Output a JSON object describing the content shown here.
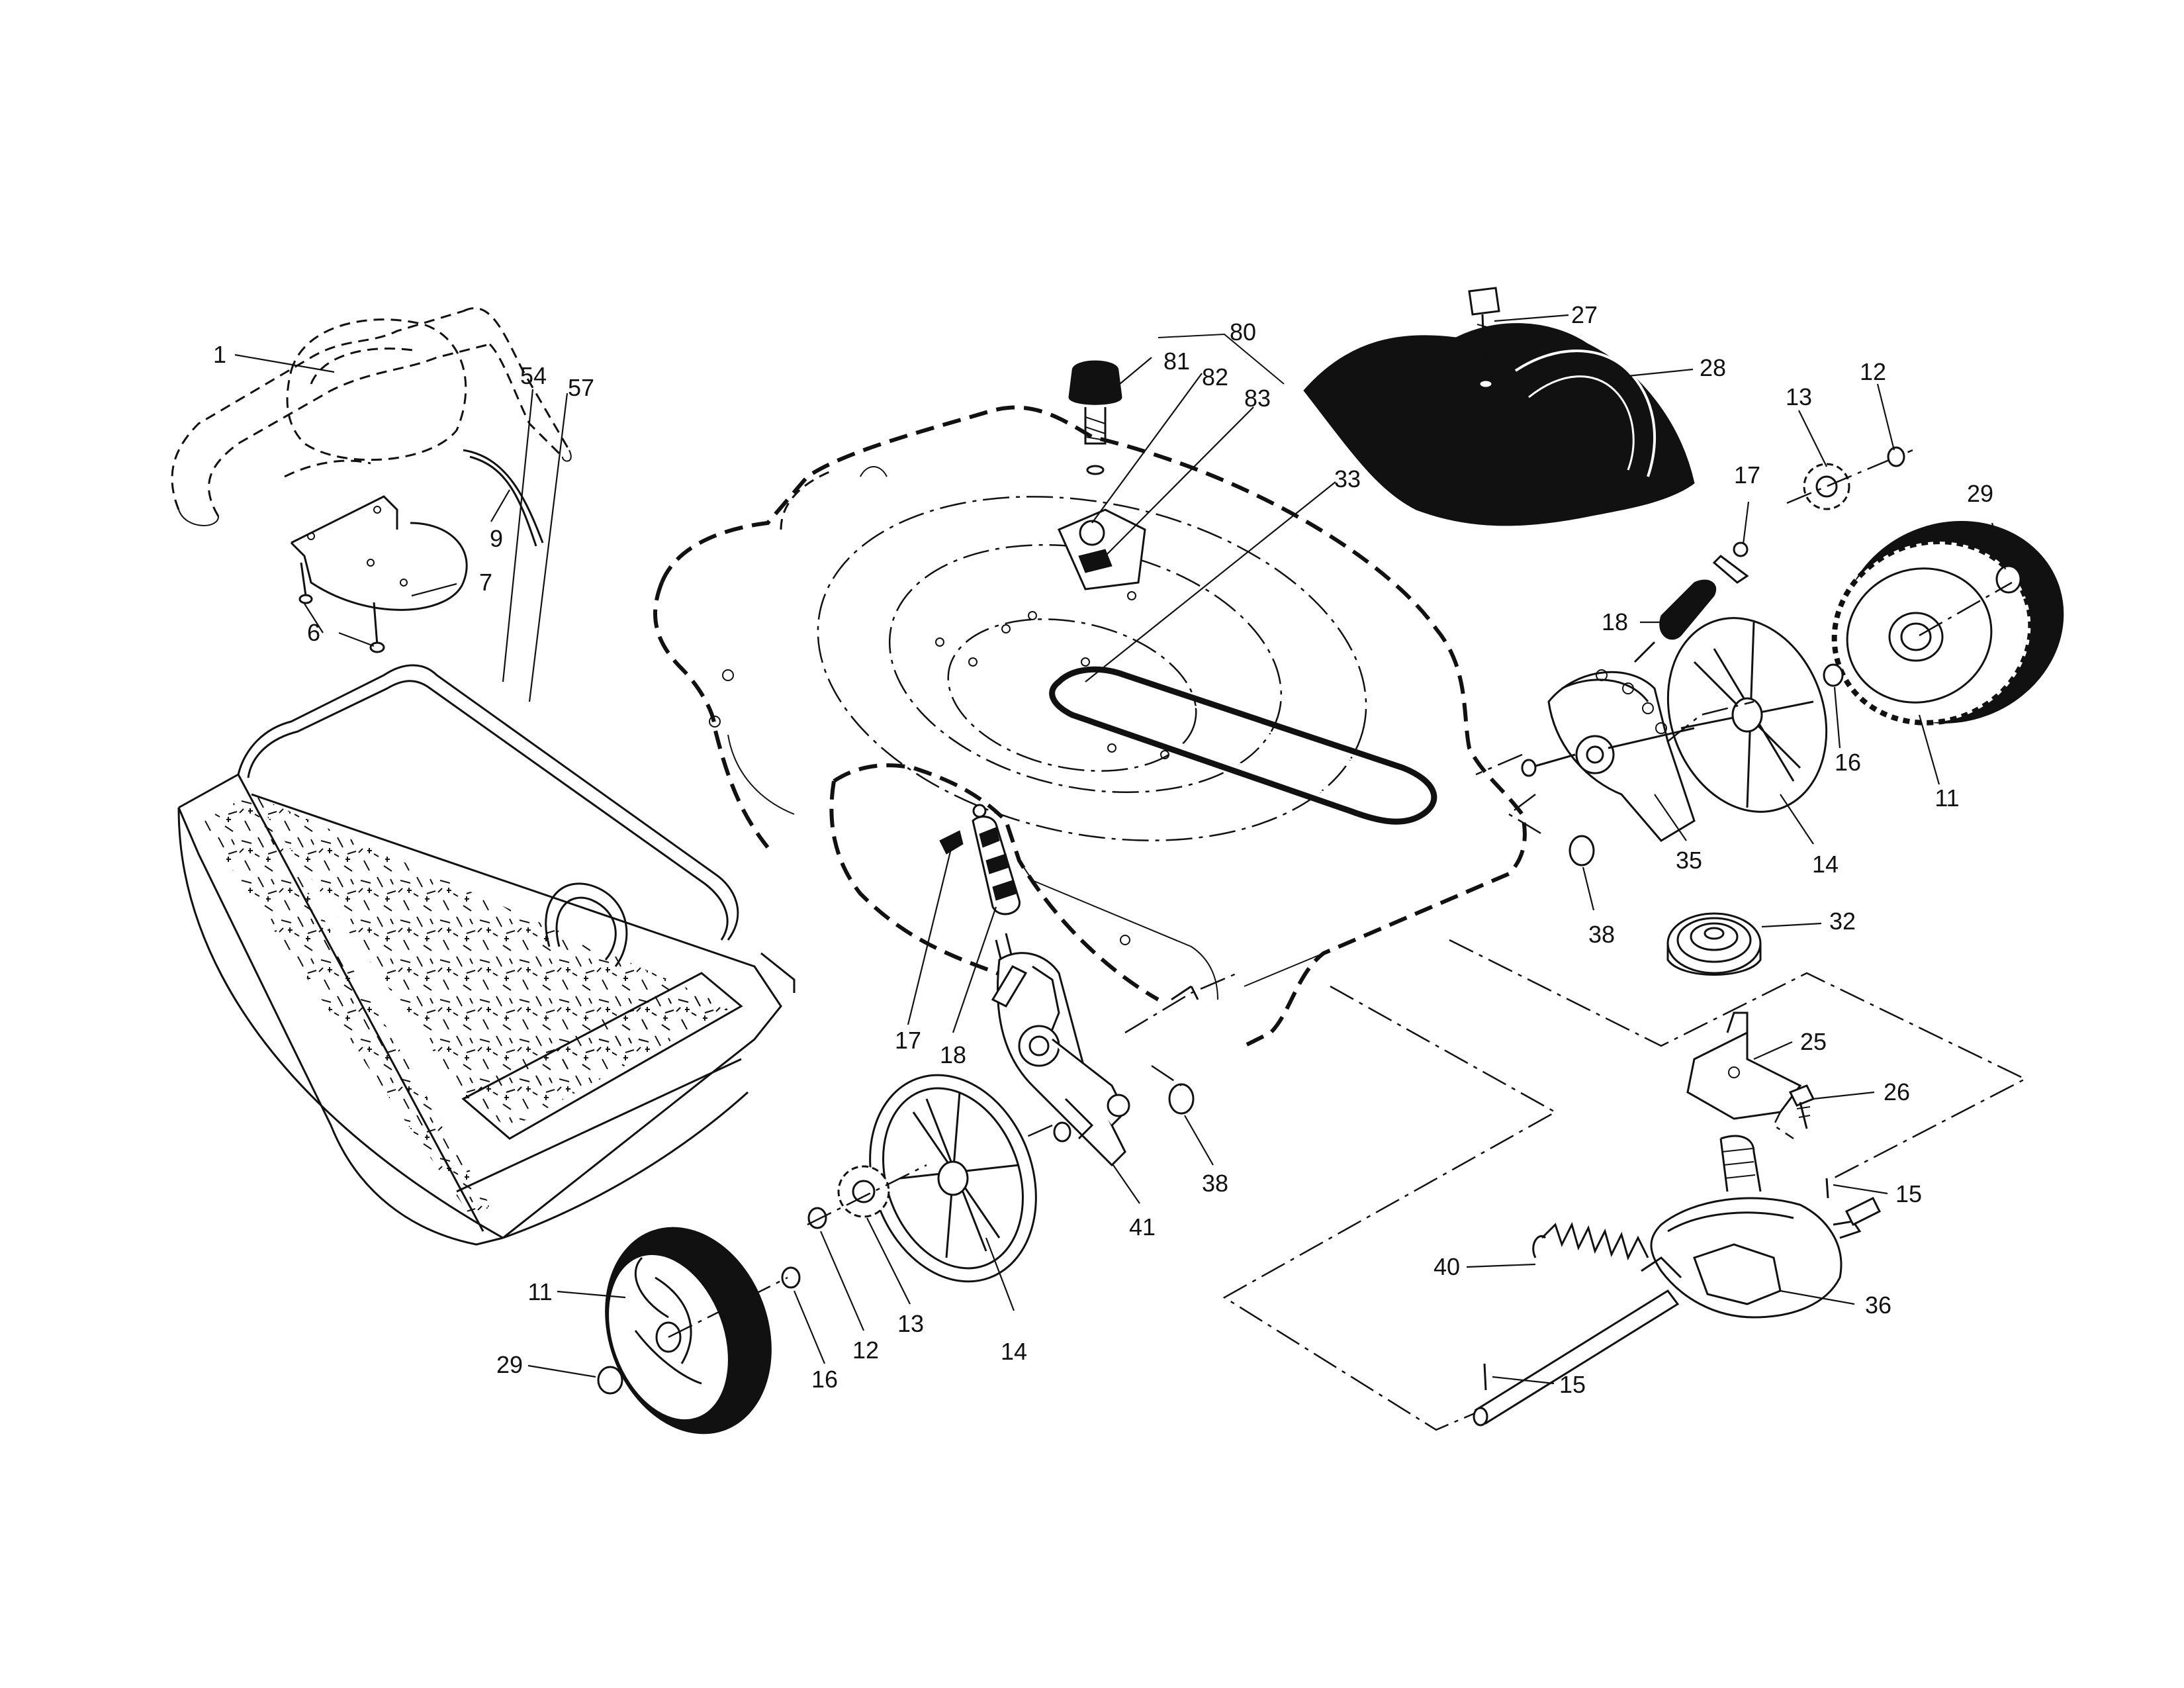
{
  "callouts": [
    {
      "label": "1"
    },
    {
      "label": "9"
    },
    {
      "label": "7"
    },
    {
      "label": "6"
    },
    {
      "label": "54"
    },
    {
      "label": "57"
    },
    {
      "label": "80"
    },
    {
      "label": "81"
    },
    {
      "label": "82"
    },
    {
      "label": "83"
    },
    {
      "label": "33"
    },
    {
      "label": "27"
    },
    {
      "label": "28"
    },
    {
      "label": "13"
    },
    {
      "label": "12"
    },
    {
      "label": "17"
    },
    {
      "label": "29"
    },
    {
      "label": "18"
    },
    {
      "label": "16"
    },
    {
      "label": "11"
    },
    {
      "label": "35"
    },
    {
      "label": "14"
    },
    {
      "label": "38"
    },
    {
      "label": "32"
    },
    {
      "label": "17"
    },
    {
      "label": "18"
    },
    {
      "label": "25"
    },
    {
      "label": "26"
    },
    {
      "label": "38"
    },
    {
      "label": "41"
    },
    {
      "label": "15"
    },
    {
      "label": "40"
    },
    {
      "label": "36"
    },
    {
      "label": "11"
    },
    {
      "label": "29"
    },
    {
      "label": "16"
    },
    {
      "label": "12"
    },
    {
      "label": "13"
    },
    {
      "label": "14"
    },
    {
      "label": "15"
    }
  ]
}
